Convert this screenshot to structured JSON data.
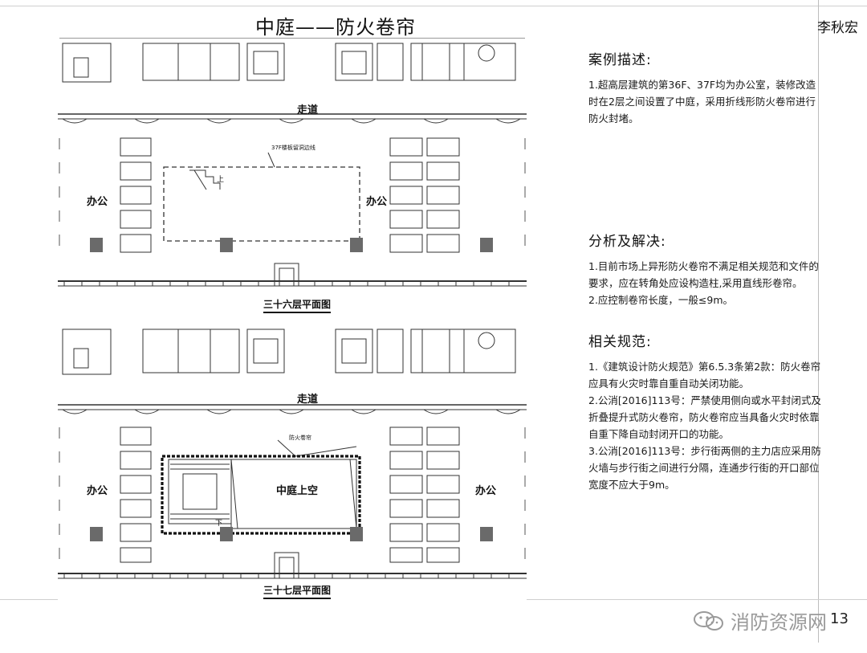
{
  "slide": {
    "title": "中庭——防火卷帘",
    "author": "李秋宏",
    "page_number": "13"
  },
  "plans": {
    "top": {
      "caption": "三十六层平面图",
      "corridor": "走道",
      "office_left": "办公",
      "office_right": "办公",
      "boundary_note": "37F楼板留洞边线",
      "stair_label": "上"
    },
    "bottom": {
      "caption": "三十七层平面图",
      "corridor": "走道",
      "office_left": "办公",
      "office_right": "办公",
      "shutter_note": "防火卷帘",
      "atrium_label": "中庭上空",
      "stair_label": "下"
    }
  },
  "sections": [
    {
      "heading": "案例描述:",
      "paragraphs": [
        "1.超高层建筑的第36F、37F均为办公室，装修改造时在2层之间设置了中庭，采用折线形防火卷帘进行防火封堵。"
      ]
    },
    {
      "heading": "分析及解决:",
      "paragraphs": [
        "1.目前市场上异形防火卷帘不满足相关规范和文件的要求，应在转角处应设构造柱,采用直线形卷帘。",
        "2.应控制卷帘长度，一般≤9m。"
      ]
    },
    {
      "heading": "相关规范:",
      "paragraphs": [
        "1.《建筑设计防火规范》第6.5.3条第2款：防火卷帘应具有火灾时靠自重自动关闭功能。",
        "2.公消[2016]113号：严禁使用侧向或水平封闭式及折叠提升式防火卷帘，防火卷帘应当具备火灾时依靠自重下降自动封闭开口的功能。",
        "3.公消[2016]113号：步行街两侧的主力店应采用防火墙与步行街之间进行分隔，连通步行街的开口部位宽度不应大于9m。"
      ]
    }
  ],
  "watermark": {
    "text": "消防资源网",
    "icon": "wechat-icon"
  }
}
